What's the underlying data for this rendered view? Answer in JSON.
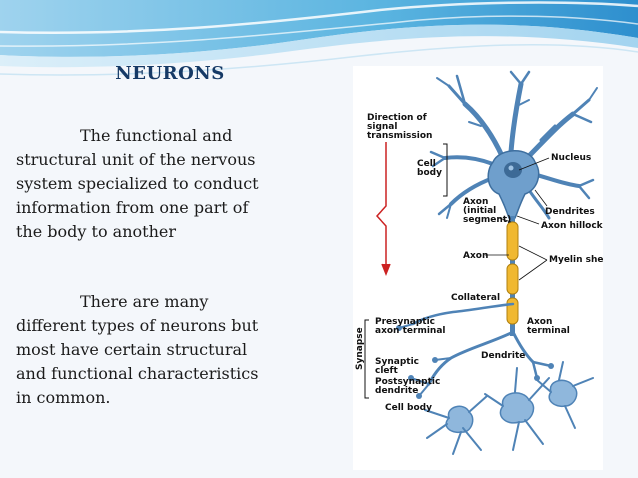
{
  "title": "NEURONS",
  "paragraph1": {
    "lines": [
      "The functional and",
      "structural unit of the nervous",
      "system specialized to conduct",
      "information from one part of",
      "the body to another"
    ]
  },
  "paragraph2": {
    "lines": [
      "There are many",
      "different types of neurons but",
      "most have certain structural",
      "and functional characteristics",
      "in common."
    ]
  },
  "diagram_labels": {
    "direction": [
      "Direction of",
      "signal",
      "transmission"
    ],
    "cell_body": [
      "Cell",
      "body"
    ],
    "nucleus": "Nucleus",
    "axon_initial": [
      "Axon",
      "(initial",
      "segment)"
    ],
    "dendrites": "Dendrites",
    "axon_hillock": "Axon hillock",
    "axon": "Axon",
    "myelin_sheath": "Myelin sheath",
    "collateral": "Collateral",
    "presynaptic": [
      "Presynaptic",
      "axon terminal"
    ],
    "axon_terminal": [
      "Axon",
      "terminal"
    ],
    "synapse": "Synapse",
    "synaptic_cleft": [
      "Synaptic",
      "cleft"
    ],
    "dendrite": "Dendrite",
    "postsynaptic": [
      "Postsynaptic",
      "dendrite"
    ],
    "cell_body_bottom": "Cell body"
  },
  "colors": {
    "neuron": "#4f83b6",
    "neuron_light": "#8fb7dc",
    "myelin": "#f0b830",
    "arrow": "#cc2222",
    "title": "#163a66"
  }
}
